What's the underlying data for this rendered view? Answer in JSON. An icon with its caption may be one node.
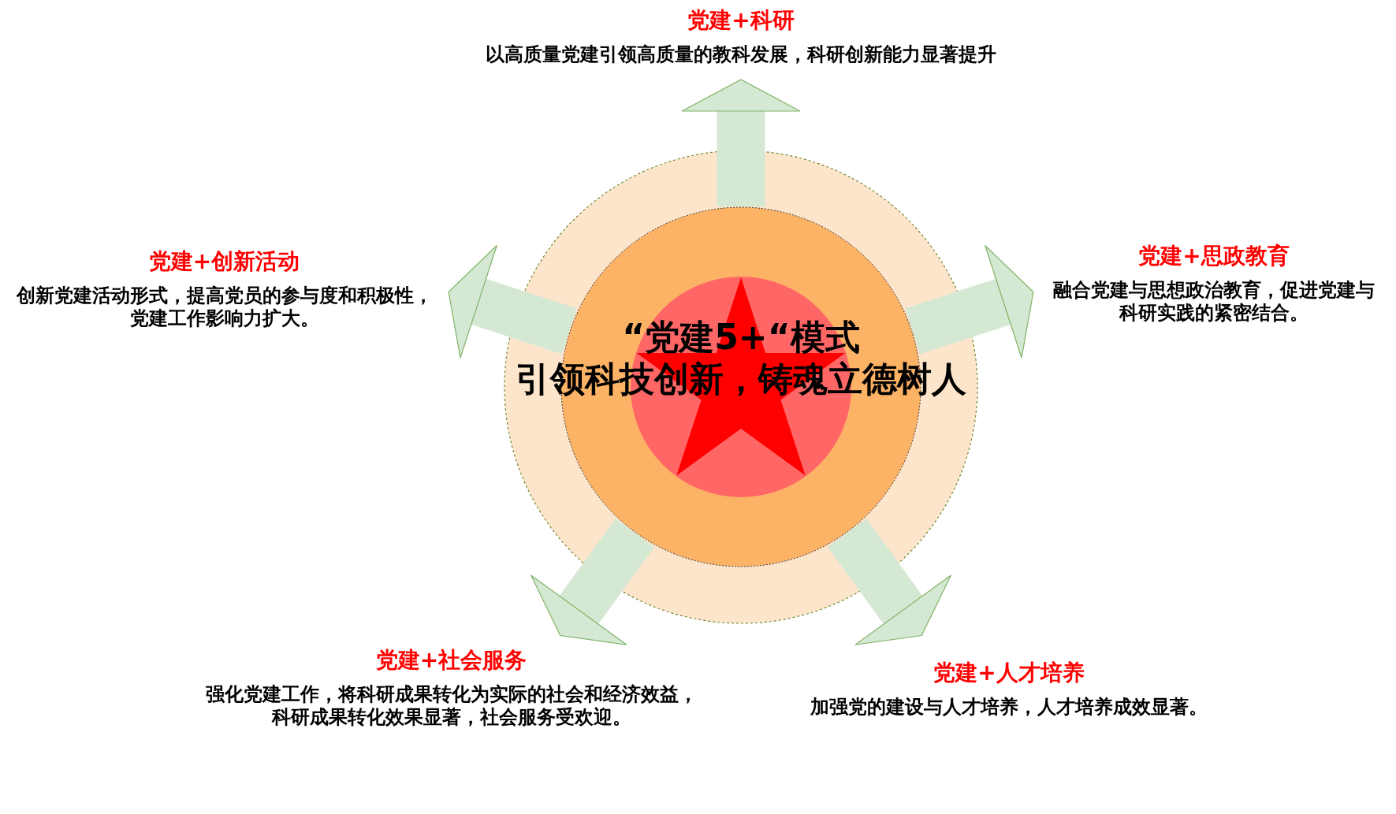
{
  "diagram": {
    "nodes": [
      {
        "text": [
          "“党建5+“模式",
          "引领科技创新，铸魂立德树人"
        ]
      },
      {
        "text": [
          "党建+科研",
          "以高质量党建引领高质量的教科发展，科研创新能力显著提升"
        ]
      },
      {
        "text": [
          "党建+创新活动",
          "创新党建活动形式，提高党员的参与度和积极性，党建工作影响力扩大。"
        ]
      },
      {
        "text": [
          "党建+思政教育",
          "融合党建与思想政治教育，促进党建与科研实践的紧密结合。"
        ]
      },
      {
        "text": [
          "党建+社会服务",
          "强化党建工作，将科研成果转化为实际的社会和经济效益，科研成果转化效果显著，社会服务受欢迎。"
        ]
      },
      {
        "text": [
          "党建+人才培养",
          "加强党的建设与人才培养，人才培养成效显著。"
        ]
      }
    ],
    "edges": [
      {
        "from": 0,
        "to": 1,
        "arrow": "to"
      },
      {
        "from": 0,
        "to": 2,
        "arrow": "to"
      },
      {
        "from": 0,
        "to": 3,
        "arrow": "to"
      },
      {
        "from": 0,
        "to": 4,
        "arrow": "to"
      },
      {
        "from": 0,
        "to": 5,
        "arrow": "to"
      }
    ]
  }
}
